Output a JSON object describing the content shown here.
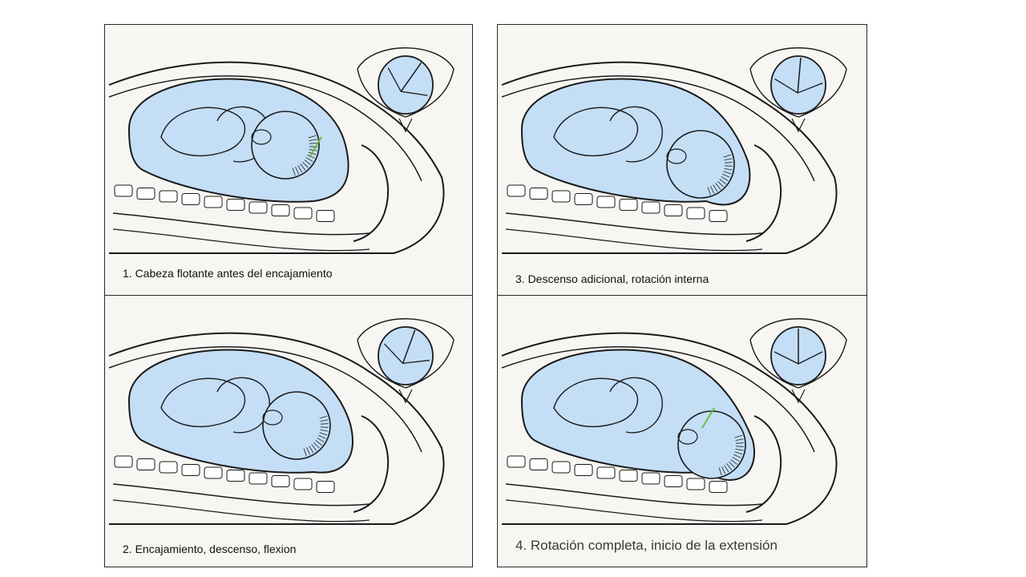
{
  "panels": [
    {
      "id": "p1",
      "caption": "1. Cabeza flotante antes del encajamiento"
    },
    {
      "id": "p2",
      "caption": "2. Encajamiento, descenso, flexion"
    },
    {
      "id": "p3",
      "caption": "3. Descenso adicional, rotación interna"
    },
    {
      "id": "p4",
      "caption": "4. Rotación completa, inicio de la extensión"
    }
  ],
  "colors": {
    "fluid": "#c4def6",
    "line": "#1a1a1a",
    "paper": "#f7f6f2",
    "green": "#6abf3a"
  }
}
